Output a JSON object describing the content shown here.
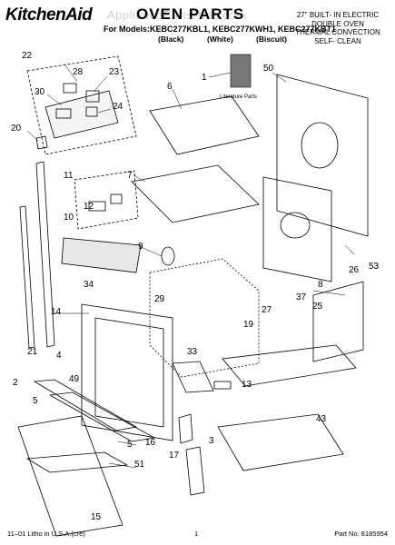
{
  "header": {
    "brand": "KitchenAid",
    "title": "OVEN PARTS",
    "watermark": "AppliancePartsPros.com",
    "models_line": "For Models:KEBC277KBL1, KEBC277KWH1, KEBC277KBT1",
    "model_colors": [
      "(Black)",
      "(White)",
      "(Biscuit)"
    ],
    "description": [
      "27\" BUILT- IN ELECTRIC",
      "DOUBLE OVEN",
      "THERMAL CONVECTION",
      "SELF- CLEAN"
    ]
  },
  "literature_label": "Literature Parts",
  "footer": {
    "litho": "11–01 Litho in U.S.A.(cre)",
    "page": "1",
    "part_no": "Part No. 8185954"
  },
  "callouts": [
    "22",
    "28",
    "23",
    "30",
    "24",
    "20",
    "1",
    "50",
    "6",
    "7",
    "11",
    "12",
    "10",
    "9",
    "34",
    "29",
    "26",
    "53",
    "8",
    "37",
    "25",
    "14",
    "27",
    "19",
    "4",
    "21",
    "2",
    "5",
    "49",
    "33",
    "13",
    "16",
    "5",
    "17",
    "3",
    "51",
    "43",
    "15"
  ]
}
